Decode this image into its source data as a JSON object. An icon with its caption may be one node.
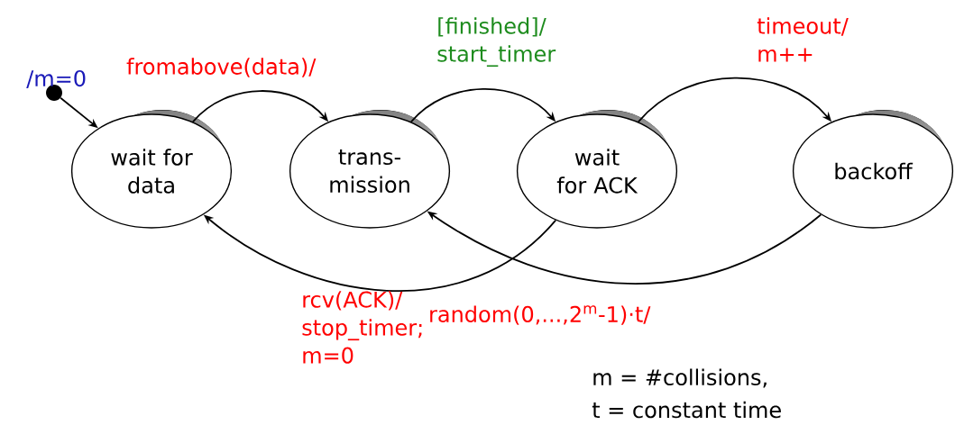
{
  "diagram": {
    "nodes": [
      {
        "text": [],
        "shape": "circle"
      },
      {
        "text": [
          "wait for data"
        ]
      },
      {
        "text": [
          "trans- mission"
        ]
      },
      {
        "text": [
          "wait for ACK"
        ]
      },
      {
        "text": [
          "backoff"
        ]
      }
    ],
    "edges": [
      {
        "from": 0,
        "to": 1,
        "arrow": "to",
        "label": "/m=0"
      },
      {
        "from": 1,
        "to": 2,
        "arrow": "to",
        "label": "fromabove(data)/"
      },
      {
        "from": 2,
        "to": 3,
        "arrow": "to",
        "label": "[finished]/ start_timer"
      },
      {
        "from": 3,
        "to": 4,
        "arrow": "to",
        "label": "timeout/ m++"
      },
      {
        "from": 3,
        "to": 1,
        "arrow": "to",
        "label": "rcv(ACK)/ stop_timer; m=0"
      },
      {
        "from": 4,
        "to": 2,
        "arrow": "to",
        "label": "random(0,...,2$^{m}$-1)·t/"
      }
    ],
    "labels": [
      "m = #collisions,",
      "t = constant time"
    ]
  }
}
